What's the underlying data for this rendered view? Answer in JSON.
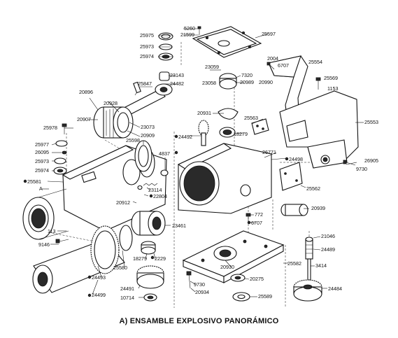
{
  "caption": "A) ENSAMBLE EXPLOSIVO PANORÁMICO",
  "labels": {
    "p5260": "5260",
    "p21599": "21599",
    "p25975": "25975",
    "p25597": "25597",
    "p25973a": "25973",
    "p25974a": "25974",
    "p2004": "2004",
    "p6707a": "6707",
    "p25554": "25554",
    "p23143": "23143",
    "p25847": "25847",
    "p24482": "24482",
    "p23059": "23059",
    "p7320": "7320",
    "p23058": "23058",
    "p20989": "20989",
    "p20990": "20990",
    "p25569": "25569",
    "p1153": "1153",
    "p20896": "20896",
    "p20928": "20928",
    "p20931": "20931",
    "p25563": "25563",
    "p25553": "25553",
    "p20907": "20907",
    "p23073": "23073",
    "p20909": "20909",
    "p24492": "24492",
    "p18279a": "18279",
    "p25978": "25978",
    "p25598": "25598",
    "p25977": "25977",
    "p26095": "26095",
    "p25973b": "25973",
    "p4837": "4837",
    "p26771": "26771",
    "p24498": "24498",
    "p26905": "26905",
    "p9730a": "9730",
    "p25974b": "25974",
    "p25581": "25581",
    "pA": "A",
    "p23114": "23114",
    "p22804": "22804",
    "p25562": "25562",
    "p20912": "20912",
    "p20939": "20939",
    "p772": "772",
    "p6707b": "6707",
    "p23461": "23461",
    "p113": "113",
    "p21046": "21046",
    "p9146": "9146",
    "p18279b": "18279",
    "p2229": "2229",
    "p24489": "24489",
    "p3414": "3414",
    "p20930": "20930",
    "p25582": "25582",
    "p25580": "25580",
    "p24493": "24493",
    "p20275": "20275",
    "p24491": "24491",
    "p9730b": "9730",
    "p24499": "24499",
    "p20934": "20934",
    "p25589": "25589",
    "p24484": "24484",
    "p10714": "10714"
  }
}
